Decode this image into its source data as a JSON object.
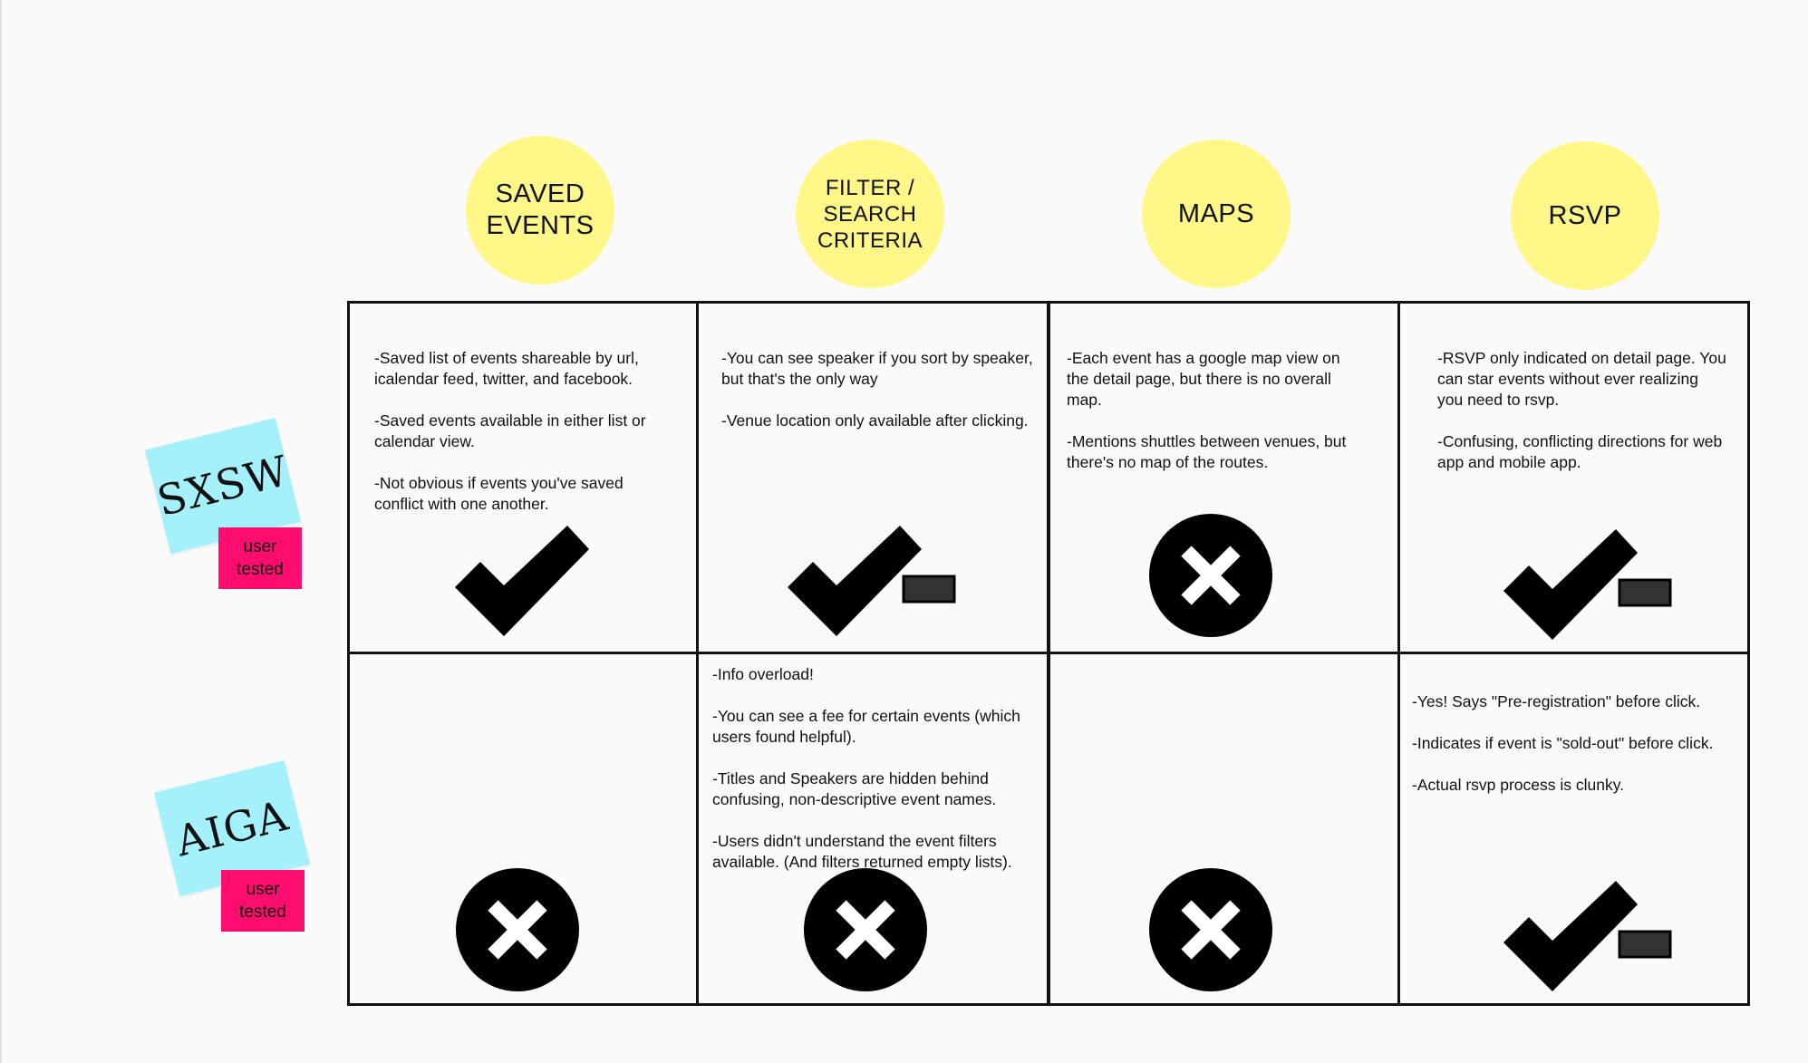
{
  "columns": [
    {
      "id": "saved_events",
      "label": "SAVED\nEVENTS"
    },
    {
      "id": "filter_search",
      "label": "FILTER /\nSEARCH\nCRITERIA"
    },
    {
      "id": "maps",
      "label": "MAPS"
    },
    {
      "id": "rsvp",
      "label": "RSVP"
    }
  ],
  "rows": [
    {
      "id": "sxsw",
      "label": "SXSW",
      "tag": "user\ntested"
    },
    {
      "id": "aiga",
      "label": "AIGA",
      "tag": "user\ntested"
    }
  ],
  "cells": {
    "sxsw_saved": {
      "text": "-Saved list of events shareable by url, icalendar feed, twitter, and facebook.\n\n-Saved events available in either list or calendar view.\n\n-Not obvious if events you've saved conflict with one another.",
      "mark": "check-icon"
    },
    "sxsw_filter": {
      "text": "-You can see speaker if you sort by speaker, but that's the only way\n\n-Venue location only available after clicking.",
      "mark": "check-minus-icon"
    },
    "sxsw_maps": {
      "text": "-Each event has a google map view on the detail page, but there is no overall map.\n\n-Mentions shuttles between venues, but there's no map of the routes.",
      "mark": "x-circle-icon"
    },
    "sxsw_rsvp": {
      "text": "-RSVP only indicated on detail page. You can star events without ever realizing you need to rsvp.\n\n-Confusing, conflicting directions for web app and mobile app.",
      "mark": "check-minus-icon"
    },
    "aiga_saved": {
      "text": "",
      "mark": "x-circle-icon"
    },
    "aiga_filter": {
      "text": "-Info overload!\n\n-You can see a fee for certain events (which users found helpful).\n\n-Titles and Speakers are hidden behind confusing, non-descriptive event names.\n\n-Users didn't understand the event filters available. (And filters returned empty lists).",
      "mark": "x-circle-icon"
    },
    "aiga_maps": {
      "text": "",
      "mark": "x-circle-icon"
    },
    "aiga_rsvp": {
      "text": "-Yes! Says \"Pre-registration\" before click.\n\n-Indicates if event is \"sold-out\" before click.\n\n-Actual rsvp process is clunky.",
      "mark": "check-minus-icon"
    }
  },
  "colors": {
    "circle": "#fff787",
    "sticky": "#a4f1fc",
    "tag": "#ff0d6e",
    "ink": "#111111"
  }
}
